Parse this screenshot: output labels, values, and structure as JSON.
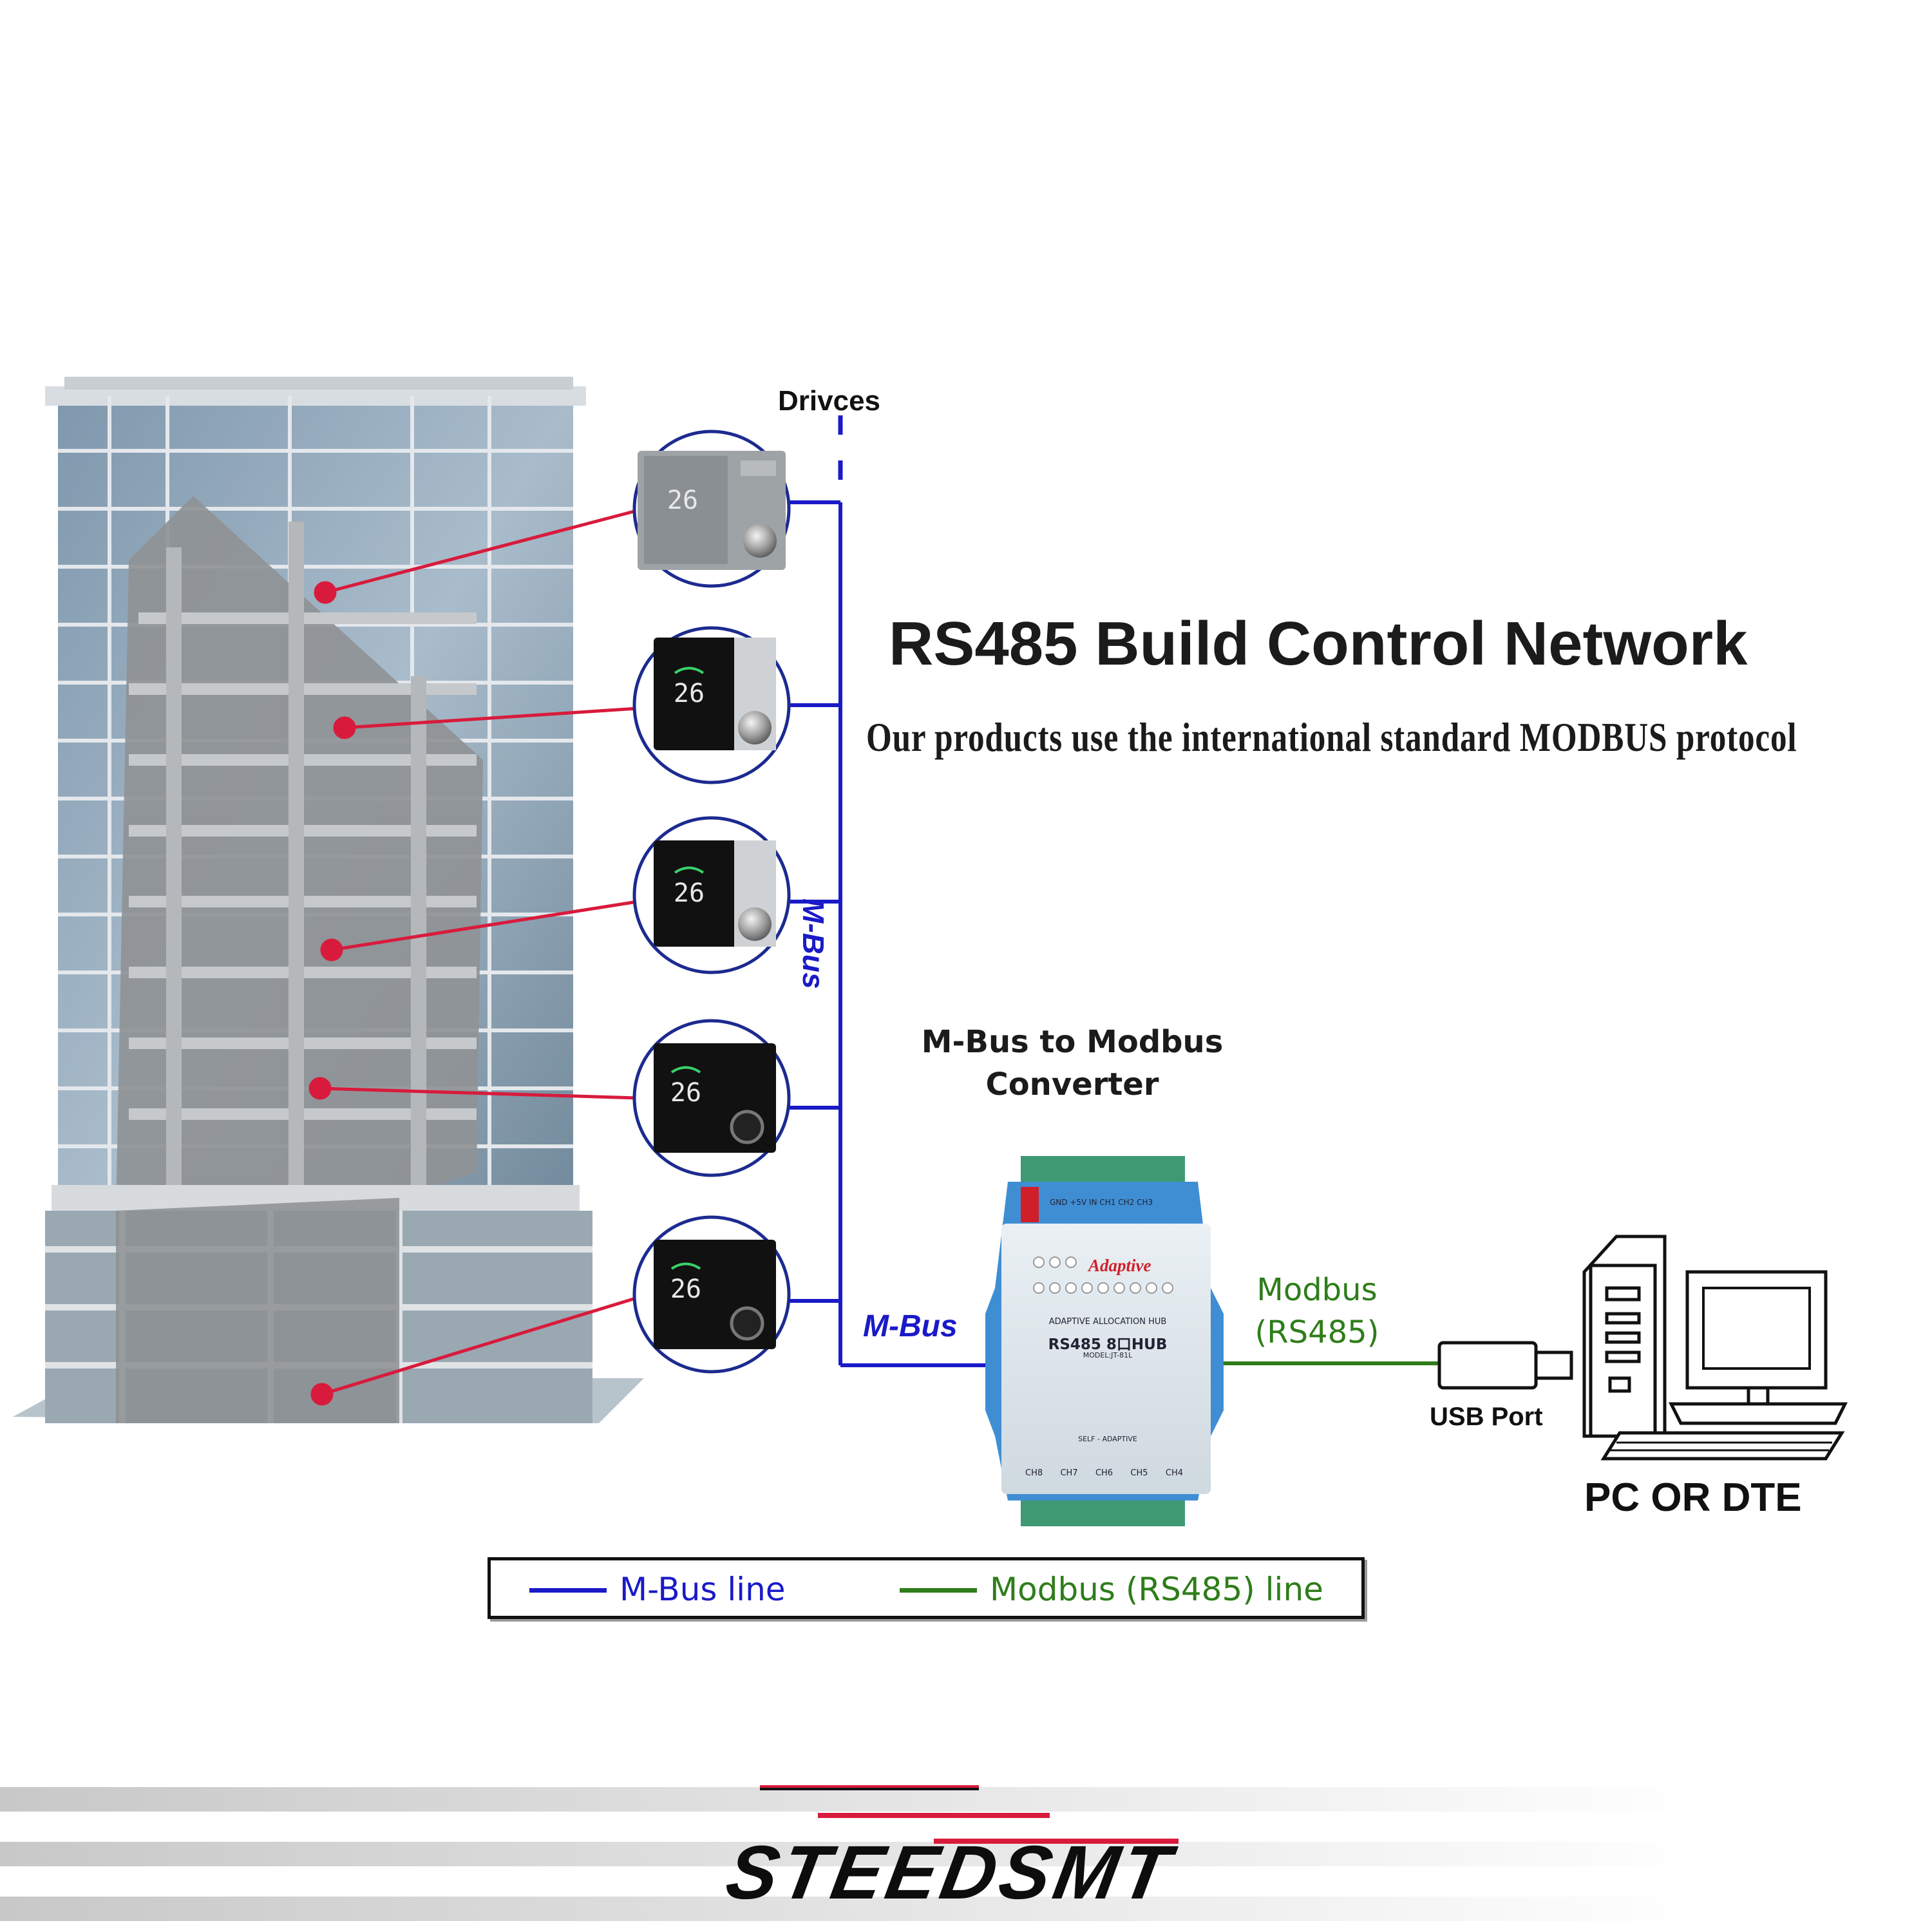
{
  "diagram": {
    "title": "RS485 Build Control Network",
    "subtitle": "Our products use the international standard MODBUS protocol",
    "devices_label": "Drivces",
    "mbus_vertical_label": "M-Bus",
    "mbus_horizontal_label": "M-Bus",
    "converter_label_line1": "M-Bus to Modbus",
    "converter_label_line2": "Converter",
    "modbus_label_line1": "Modbus",
    "modbus_label_line2": "(RS485)",
    "usb_label": "USB Port",
    "pc_label": "PC OR DTE"
  },
  "hub": {
    "brand": "Adaptive",
    "line1": "ADAPTIVE ALLOCATION HUB",
    "line2": "RS485 8口HUB",
    "model": "MODEL:JT-81L",
    "footer": "SELF - ADAPTIVE",
    "top_terminals": "GND +5V  IN  CH1  CH2  CH3",
    "bottom_channels": [
      "CH8",
      "CH7",
      "CH6",
      "CH5",
      "CH4"
    ]
  },
  "legend": {
    "mbus_line": "M-Bus line",
    "modbus_line": "Modbus (RS485) line"
  },
  "colors": {
    "mbus": "#1a1ac8",
    "modbus": "#2e7d1a",
    "pointer": "#d81b3c"
  },
  "footer": {
    "brand": "STEEDSMT"
  }
}
